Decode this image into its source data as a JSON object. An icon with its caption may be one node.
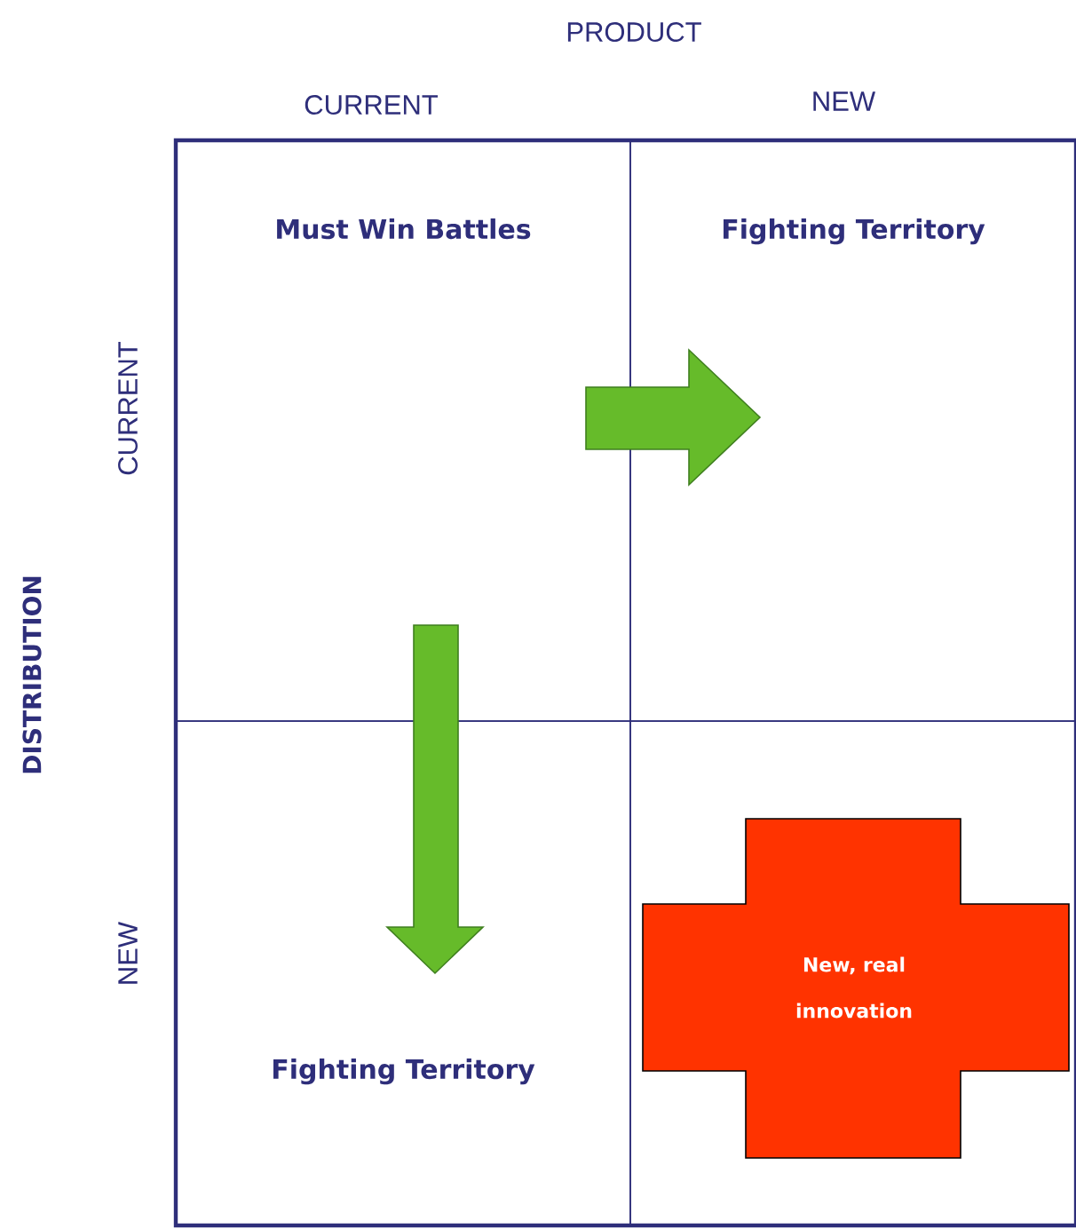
{
  "diagram": {
    "nodes": [
      {
        "text": [
          "Must Win Battles"
        ]
      },
      {
        "text": [
          "Fighting Territory"
        ]
      },
      {
        "text": [
          "Fighting Territory"
        ]
      },
      {
        "text": [],
        "shape": "box"
      },
      {
        "text": [
          "New, real innovation"
        ],
        "in": 3
      }
    ],
    "edges": [
      {
        "from": 0,
        "to": 1,
        "arrow": "to"
      },
      {
        "from": 0,
        "to": 2,
        "arrow": "to"
      }
    ],
    "labels": [
      "PRODUCT",
      "CURRENT",
      "NEW",
      "DISTRIBUTION",
      "CURRENT",
      "NEW"
    ]
  }
}
